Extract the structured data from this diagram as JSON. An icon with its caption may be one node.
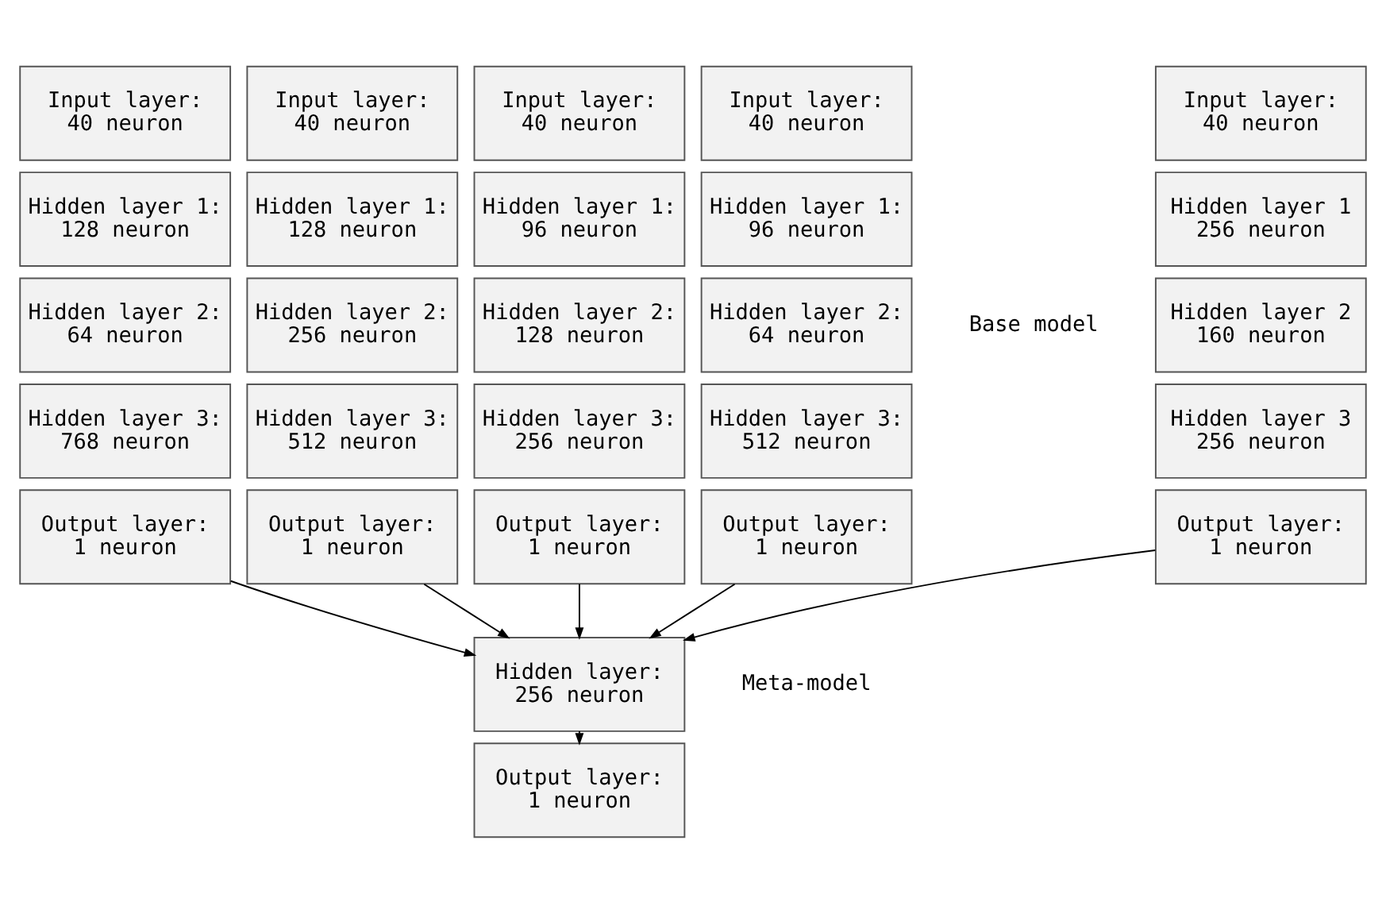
{
  "diagram": {
    "nodes": [
      {
        "text": [
          "Input layer: 40 neuron"
        ]
      },
      {
        "text": [
          "Hidden layer 1: 128 neuron"
        ]
      },
      {
        "text": [
          "Hidden layer 2: 64 neuron"
        ]
      },
      {
        "text": [
          "Hidden layer 3: 768 neuron"
        ]
      },
      {
        "text": [
          "Output layer: 1 neuron"
        ]
      },
      {
        "text": [
          "Input layer: 40 neuron"
        ]
      },
      {
        "text": [
          "Hidden layer 1: 128 neuron"
        ]
      },
      {
        "text": [
          "Hidden layer 2: 256 neuron"
        ]
      },
      {
        "text": [
          "Hidden layer 3: 512 neuron"
        ]
      },
      {
        "text": [
          "Output layer: 1 neuron"
        ]
      },
      {
        "text": [
          "Input layer: 40 neuron"
        ]
      },
      {
        "text": [
          "Hidden layer 1: 96 neuron"
        ]
      },
      {
        "text": [
          "Hidden layer 2: 128 neuron"
        ]
      },
      {
        "text": [
          "Hidden layer 3: 256 neuron"
        ]
      },
      {
        "text": [
          "Output layer: 1 neuron"
        ]
      },
      {
        "text": [
          "Input layer: 40 neuron"
        ]
      },
      {
        "text": [
          "Hidden layer 1: 96 neuron"
        ]
      },
      {
        "text": [
          "Hidden layer 2: 64 neuron"
        ]
      },
      {
        "text": [
          "Hidden layer 3: 512 neuron"
        ]
      },
      {
        "text": [
          "Output layer: 1 neuron"
        ]
      },
      {
        "text": [
          "Input layer: 40 neuron"
        ]
      },
      {
        "text": [
          "Hidden layer 1 256 neuron"
        ]
      },
      {
        "text": [
          "Hidden layer 2 160 neuron"
        ]
      },
      {
        "text": [
          "Hidden layer 3 256 neuron"
        ]
      },
      {
        "text": [
          "Output layer: 1 neuron"
        ]
      },
      {
        "text": [
          "Hidden layer: 256 neuron"
        ]
      },
      {
        "text": [
          "Output layer: 1 neuron"
        ]
      }
    ],
    "edges": [
      {
        "from": 4,
        "to": 25,
        "arrow": "to"
      },
      {
        "from": 9,
        "to": 25,
        "arrow": "to"
      },
      {
        "from": 14,
        "to": 25,
        "arrow": "to"
      },
      {
        "from": 19,
        "to": 25,
        "arrow": "to"
      },
      {
        "from": 24,
        "to": 25,
        "arrow": "to"
      },
      {
        "from": 25,
        "to": 26,
        "arrow": "to"
      }
    ],
    "labels": [
      "Base model",
      "Meta-model"
    ]
  }
}
